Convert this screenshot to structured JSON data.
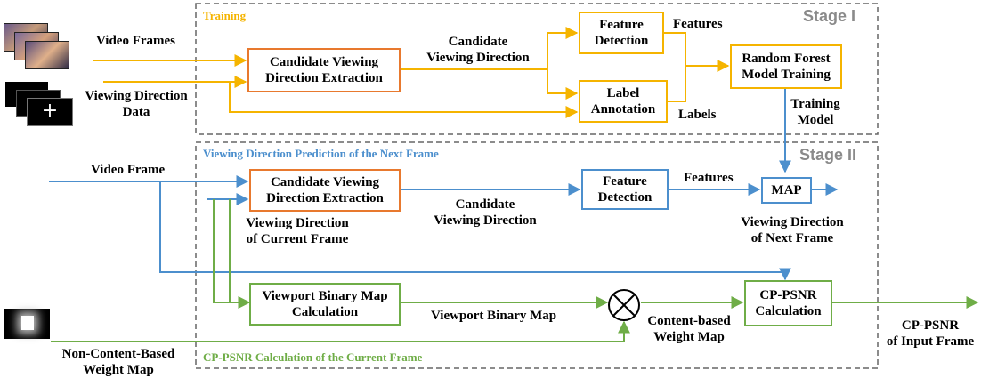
{
  "sections": {
    "training": "Training",
    "prediction": "Viewing Direction Prediction of the Next Frame",
    "cp_psnr": "CP-PSNR Calculation of the Current Frame"
  },
  "stages": {
    "stage1": "Stage I",
    "stage2": "Stage II"
  },
  "boxes": {
    "cvde_train": "Candidate Viewing\nDirection Extraction",
    "feature_detection_train": "Feature\nDetection",
    "label_annotation": "Label\nAnnotation",
    "random_forest": "Random Forest\nModel Training",
    "cvde_pred": "Candidate Viewing\nDirection Extraction",
    "feature_detection_pred": "Feature\nDetection",
    "map": "MAP",
    "viewport_binary_map_calc": "Viewport Binary Map\nCalculation",
    "cp_psnr_calc": "CP-PSNR\nCalculation"
  },
  "labels": {
    "video_frames": "Video Frames",
    "viewing_direction_data": "Viewing Direction\nData",
    "candidate_vd_train": "Candidate\nViewing Direction",
    "features_train": "Features",
    "labels": "Labels",
    "training_model": "Training\nModel",
    "video_frame": "Video Frame",
    "vd_current_frame": "Viewing Direction\nof Current Frame",
    "candidate_vd_pred": "Candidate\nViewing Direction",
    "features_pred": "Features",
    "vd_next_frame": "Viewing Direction\nof Next Frame",
    "viewport_binary_map": "Viewport Binary Map",
    "content_based_weight_map": "Content-based\nWeight Map",
    "non_content_weight_map": "Non-Content-Based\nWeight Map",
    "cp_psnr_output": "CP-PSNR\nof Input Frame",
    "multiply_symbol": "×"
  },
  "colors": {
    "training": "#f5b400",
    "prediction": "#4c8fcd",
    "cp_psnr": "#6fad47",
    "extraction_box": "#e8792e",
    "stage_label": "#8a8a8a",
    "dashed_border": "#666666"
  }
}
